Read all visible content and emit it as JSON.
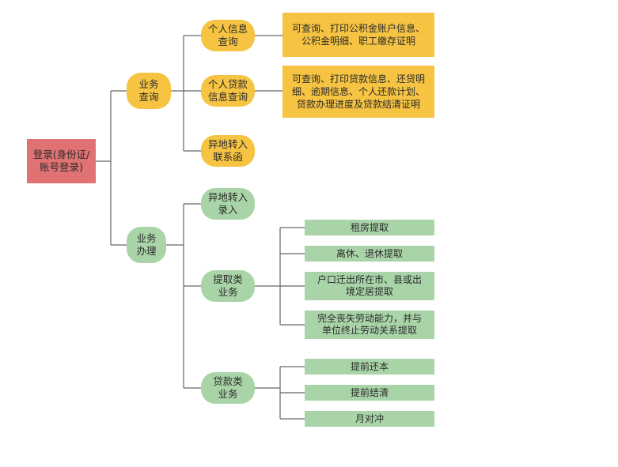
{
  "root": {
    "label": "登录(身份证/\n账号登录)"
  },
  "branches": {
    "query": {
      "label": "业务\n查询",
      "items": [
        {
          "label": "个人信息\n查询",
          "detail": "可查询、打印公积金账户信息、\n公积金明细、职工缴存证明"
        },
        {
          "label": "个人贷款\n信息查询",
          "detail": "可查询、打印贷款信息、还贷明\n细、逾期信息、个人还款计划、\n贷款办理进度及贷款结清证明"
        },
        {
          "label": "异地转入\n联系函"
        }
      ]
    },
    "handle": {
      "label": "业务\n办理",
      "items": [
        {
          "label": "异地转入\n录入"
        },
        {
          "label": "提取类\n业务",
          "children": [
            "租房提取",
            "离休、退休提取",
            "户口迁出所在市、县或出\n境定居提取",
            "完全丧失劳动能力，并与\n单位终止劳动关系提取"
          ]
        },
        {
          "label": "贷款类\n业务",
          "children": [
            "提前还本",
            "提前结清",
            "月对冲"
          ]
        }
      ]
    }
  },
  "colors": {
    "root": "#e07273",
    "query": "#f6c342",
    "handle": "#a9d4a8",
    "line": "#666666"
  }
}
